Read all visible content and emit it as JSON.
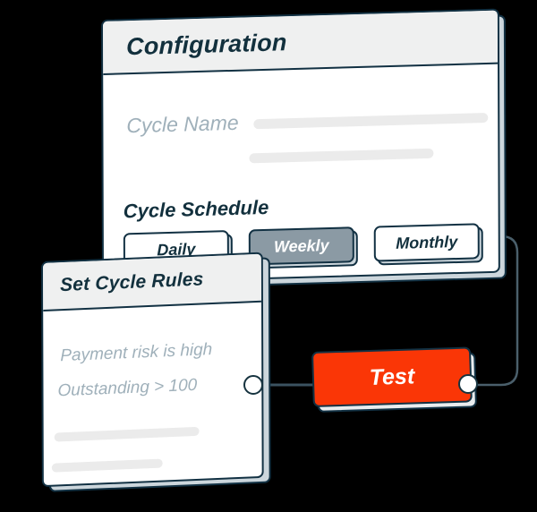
{
  "canvas": {
    "background": "#000000",
    "accent_red": "#fa3606",
    "ink": "#12303d",
    "muted_text": "#9fb0ba",
    "header_fill": "#eff0f0",
    "slab_fill": "#ccd6dc",
    "active_segment_fill": "#8b9aa4",
    "placeholder_fill": "#ebebeb"
  },
  "configuration_card": {
    "title": "Configuration",
    "cycle_name": {
      "label": "Cycle Name",
      "value": "",
      "placeholder": ""
    },
    "schedule": {
      "label": "Cycle Schedule",
      "selected": "Weekly",
      "options": [
        "Daily",
        "Weekly",
        "Monthly"
      ]
    }
  },
  "rules_card": {
    "title": "Set Cycle Rules",
    "rules": [
      "Payment risk is high",
      "Outstanding > 100"
    ]
  },
  "test_node": {
    "label": "Test"
  },
  "ports": {
    "rules_output": "rules-output-port",
    "test_output": "test-output-port"
  }
}
